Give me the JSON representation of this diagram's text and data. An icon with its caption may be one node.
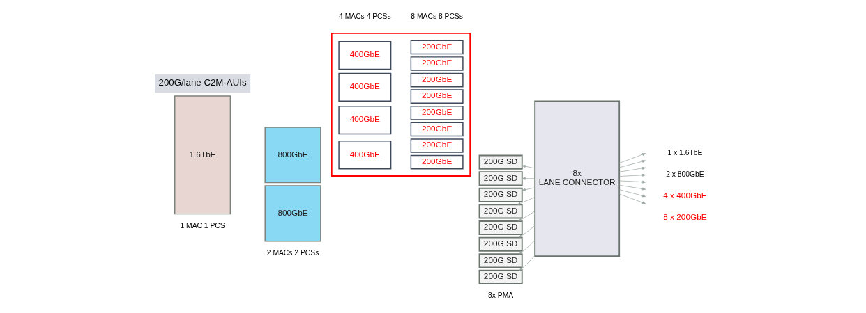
{
  "diagram": {
    "nodes": [
      {
        "text": [
          "1.6TbE"
        ]
      },
      {
        "text": [
          "800GbE"
        ]
      },
      {
        "text": [
          "800GbE"
        ]
      },
      {
        "text": [],
        "shape": "box"
      },
      {
        "text": [
          "400GbE"
        ],
        "in": 3
      },
      {
        "text": [
          "400GbE"
        ],
        "in": 3
      },
      {
        "text": [
          "400GbE"
        ],
        "in": 3
      },
      {
        "text": [
          "400GbE"
        ],
        "in": 3
      },
      {
        "text": [
          "200GbE"
        ],
        "in": 3
      },
      {
        "text": [
          "200GbE"
        ],
        "in": 3
      },
      {
        "text": [
          "200GbE"
        ],
        "in": 3
      },
      {
        "text": [
          "200GbE"
        ],
        "in": 3
      },
      {
        "text": [
          "200GbE"
        ],
        "in": 3
      },
      {
        "text": [
          "200GbE"
        ],
        "in": 3
      },
      {
        "text": [
          "200GbE"
        ],
        "in": 3
      },
      {
        "text": [
          "200GbE"
        ],
        "in": 3
      },
      {
        "text": [
          "200G SD"
        ]
      },
      {
        "text": [
          "200G SD"
        ]
      },
      {
        "text": [
          "200G SD"
        ]
      },
      {
        "text": [
          "200G SD"
        ]
      },
      {
        "text": [
          "200G SD"
        ]
      },
      {
        "text": [
          "200G SD"
        ]
      },
      {
        "text": [
          "200G SD"
        ]
      },
      {
        "text": [
          "200G SD"
        ]
      },
      {
        "text": [
          "8x",
          "LANE CONNECTOR"
        ]
      }
    ],
    "edges": [
      {
        "from": 24,
        "to": 16,
        "arrow": "to"
      },
      {
        "from": 24,
        "to": 17,
        "arrow": "to"
      },
      {
        "from": 24,
        "to": 18,
        "arrow": "to"
      },
      {
        "from": 24,
        "to": 19,
        "arrow": "to"
      },
      {
        "from": 24,
        "to": 20,
        "arrow": "to"
      },
      {
        "from": 24,
        "to": 21,
        "arrow": "to"
      },
      {
        "from": 24,
        "to": 22,
        "arrow": "to"
      },
      {
        "from": 24,
        "to": 23,
        "arrow": "to"
      },
      {
        "from": 24,
        "to": null,
        "arrow": "to"
      },
      {
        "from": 24,
        "to": null,
        "arrow": "to"
      },
      {
        "from": 24,
        "to": null,
        "arrow": "to"
      },
      {
        "from": 24,
        "to": null,
        "arrow": "to"
      },
      {
        "from": 24,
        "to": null,
        "arrow": "to"
      },
      {
        "from": 24,
        "to": null,
        "arrow": "to"
      },
      {
        "from": 24,
        "to": null,
        "arrow": "to"
      },
      {
        "from": 24,
        "to": null,
        "arrow": "to"
      }
    ],
    "labels": [
      "200G/lane C2M-AUIs",
      "1 x 1.6TbE",
      "2 x 800GbE",
      "4 x 400GbE",
      "8 x 200GbE",
      "1 MAC 1 PCS",
      "2 MACs 2 PCSs",
      "4 MACs 4 PCSs",
      "8 MACs 8 PCSs",
      "8x PMA"
    ]
  }
}
